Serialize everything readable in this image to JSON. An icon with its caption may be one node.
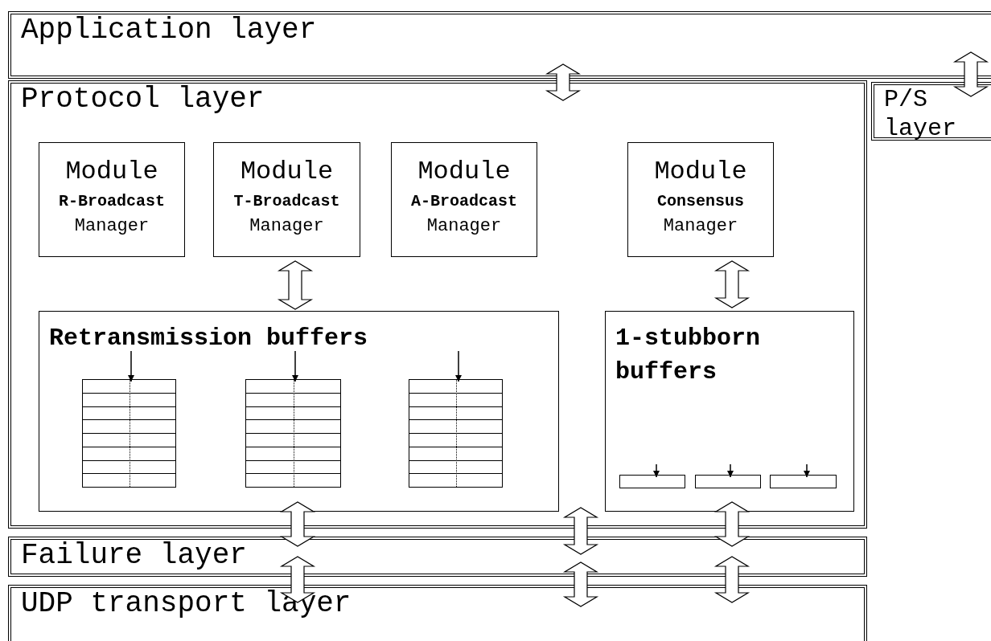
{
  "diagram": {
    "nodes": [
      {
        "text": [
          "Application layer"
        ]
      },
      {
        "text": [
          "Protocol layer"
        ]
      },
      {
        "text": [
          "P/S layer"
        ]
      },
      {
        "text": [
          "Module",
          "R-Broadcast",
          "Manager"
        ],
        "in": 1
      },
      {
        "text": [
          "Module",
          "T-Broadcast",
          "Manager"
        ],
        "in": 1
      },
      {
        "text": [
          "Module",
          "A-Broadcast",
          "Manager"
        ],
        "in": 1
      },
      {
        "text": [
          "Module",
          "Consensus",
          "Manager"
        ],
        "in": 1
      },
      {
        "text": [
          "Retransmission buffers"
        ],
        "in": 1
      },
      {
        "text": [
          "1-stubborn buffers"
        ],
        "in": 1
      },
      {
        "text": [],
        "shape": "box",
        "in": 7
      },
      {
        "text": [],
        "shape": "box",
        "in": 7
      },
      {
        "text": [],
        "shape": "box",
        "in": 7
      },
      {
        "text": [],
        "shape": "bar",
        "in": 8
      },
      {
        "text": [],
        "shape": "bar",
        "in": 8
      },
      {
        "text": [],
        "shape": "bar",
        "in": 8
      },
      {
        "text": [
          "Failure layer"
        ]
      },
      {
        "text": [
          "UDP transport layer"
        ]
      }
    ],
    "edges": [
      {
        "from": 0,
        "to": 1,
        "arrow": "both"
      },
      {
        "from": 0,
        "to": 2,
        "arrow": "both"
      },
      {
        "from": 4,
        "to": 7,
        "arrow": "both"
      },
      {
        "from": 6,
        "to": 8,
        "arrow": "both"
      },
      {
        "from": 7,
        "to": 15,
        "arrow": "both"
      },
      {
        "from": 1,
        "to": 15,
        "arrow": "both"
      },
      {
        "from": 8,
        "to": 15,
        "arrow": "both"
      },
      {
        "from": 15,
        "to": 16,
        "arrow": "both"
      },
      {
        "from": 15,
        "to": 16,
        "arrow": "both"
      },
      {
        "from": 15,
        "to": 16,
        "arrow": "both"
      },
      {
        "from": null,
        "to": 9,
        "arrow": "to"
      },
      {
        "from": null,
        "to": 10,
        "arrow": "to"
      },
      {
        "from": null,
        "to": 11,
        "arrow": "to"
      },
      {
        "from": null,
        "to": 12,
        "arrow": "to"
      },
      {
        "from": null,
        "to": 13,
        "arrow": "to"
      },
      {
        "from": null,
        "to": 14,
        "arrow": "to"
      }
    ]
  }
}
